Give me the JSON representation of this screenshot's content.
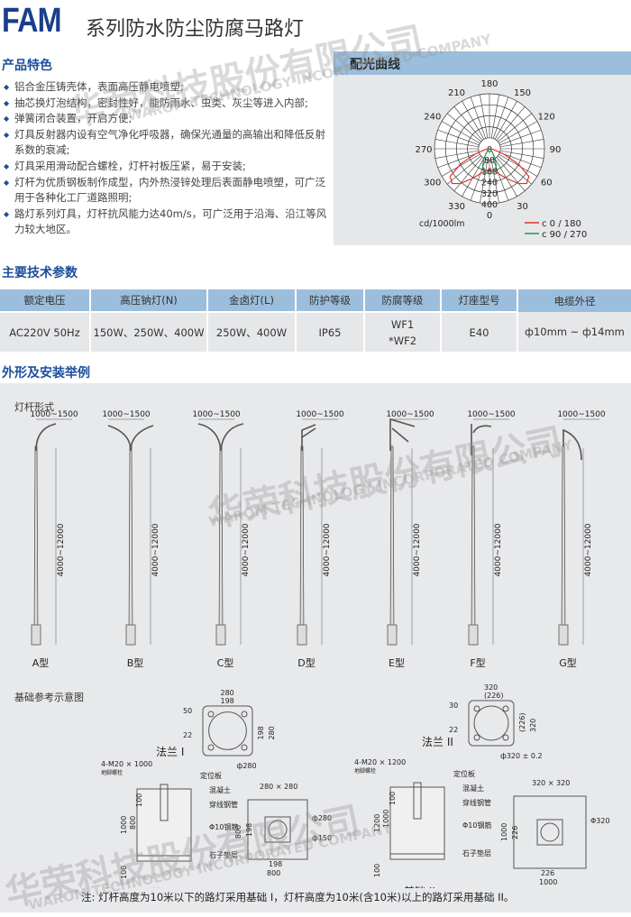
{
  "header": {
    "model": "FAM",
    "title": "系列防水防尘防腐马路灯"
  },
  "features": {
    "heading": "产品特色",
    "items": [
      "铝合金压铸壳体，表面高压静电喷塑;",
      "抽芯换灯泡结构，密封性好，能防雨水、虫类、灰尘等进入内部;",
      "弹簧闭合装置，开启方便;",
      "灯具反射器内设有空气净化呼吸器，确保光通量的高输出和降低反射系数的衰减;",
      "灯具采用滑动配合螺栓，灯杆衬板压紧，易于安装;",
      "灯杆为优质钢板制作成型，内外热浸锌处理后表面静电喷塑，可广泛用于各种化工厂道路照明;",
      "路灯系列灯具，灯杆抗风能力达40m/s，可广泛用于沿海、沿江等风力较大地区。"
    ]
  },
  "chart_data": {
    "type": "polar",
    "title": "配光曲线",
    "unit": "cd/1000lm",
    "angle_labels": [
      0,
      30,
      60,
      90,
      120,
      150,
      180,
      210,
      240,
      270,
      300,
      330
    ],
    "radial_ticks": [
      0,
      80,
      160,
      240,
      320,
      400
    ],
    "rlim": [
      0,
      400
    ],
    "series": [
      {
        "name": "c 0 / 180",
        "color": "#e0302a",
        "points": [
          [
            0,
            150
          ],
          [
            15,
            175
          ],
          [
            30,
            250
          ],
          [
            40,
            330
          ],
          [
            47,
            370
          ],
          [
            55,
            350
          ],
          [
            62,
            240
          ],
          [
            70,
            110
          ],
          [
            80,
            30
          ],
          [
            90,
            0
          ]
        ]
      },
      {
        "name": "c 90 / 270",
        "color": "#1e9a4a",
        "points": [
          [
            0,
            180
          ],
          [
            8,
            178
          ],
          [
            15,
            165
          ],
          [
            22,
            130
          ],
          [
            30,
            80
          ],
          [
            40,
            30
          ],
          [
            50,
            0
          ]
        ]
      }
    ]
  },
  "specs": {
    "heading": "主要技术参数",
    "headers": [
      "额定电压",
      "高压钠灯(N)",
      "金卤灯(L)",
      "防护等级",
      "防腐等级",
      "灯座型号",
      "电缆外径"
    ],
    "row": [
      "AC220V  50Hz",
      "150W、250W、400W",
      "250W、400W",
      "IP65",
      "WF1",
      "*WF2",
      "E40",
      "ф10mm ~ ф14mm"
    ]
  },
  "install": {
    "heading": "外形及安装举例",
    "pole_heading": "灯杆形式",
    "arm": "1000~1500",
    "height": "4000~12000",
    "poles": [
      "A型",
      "B型",
      "C型",
      "D型",
      "E型",
      "F型",
      "G型"
    ]
  },
  "foundation": {
    "heading": "基础参考示意图",
    "flange1": {
      "name": "法兰 I",
      "d1": "280",
      "d2": "198",
      "d3": "50",
      "d4": "22",
      "dia": "ф280"
    },
    "flange2": {
      "name": "法兰 II",
      "d1": "320",
      "d2": "(226)",
      "d3": "30",
      "d4": "22",
      "dia": "ф320 ± 0.2"
    },
    "base1": {
      "name": "基础 I",
      "bolt": "4-M20 × 1000",
      "bolt_sub": "地脚螺栓",
      "plate": "定位板",
      "concrete": "混凝土",
      "pipe": "穿线钢管",
      "rebar": "Φ10钢筋",
      "gravel": "石子垫层",
      "h": "1000",
      "h2": "800",
      "top": "100",
      "bot": "100",
      "plan": "280 × 280",
      "p1": "ф280",
      "p2": "ф150",
      "w": "800",
      "w2": "198",
      "ph": "800",
      "ph2": "198"
    },
    "base2": {
      "name": "基础 II",
      "bolt": "4-M20 × 1200",
      "bolt_sub": "地脚螺栓",
      "plate": "定位板",
      "concrete": "混凝土",
      "pipe": "穿线钢管",
      "rebar": "Φ10钢筋",
      "gravel": "石子垫层",
      "h": "1200",
      "h2": "1000",
      "top": "100",
      "bot": "100",
      "plan": "320 × 320",
      "p1": "Φ320",
      "w": "1000",
      "w2": "226",
      "ph": "1000",
      "ph2": "226"
    },
    "note": "注: 灯杆高度为10米以下的路灯采用基础 I，灯杆高度为10米(含10米)以上的路灯采用基础 II。"
  },
  "watermark": {
    "cn": "华荣科技股份有限公司",
    "en": "WAROM TECHNOLOGY INCORPORATED COMPANY"
  }
}
